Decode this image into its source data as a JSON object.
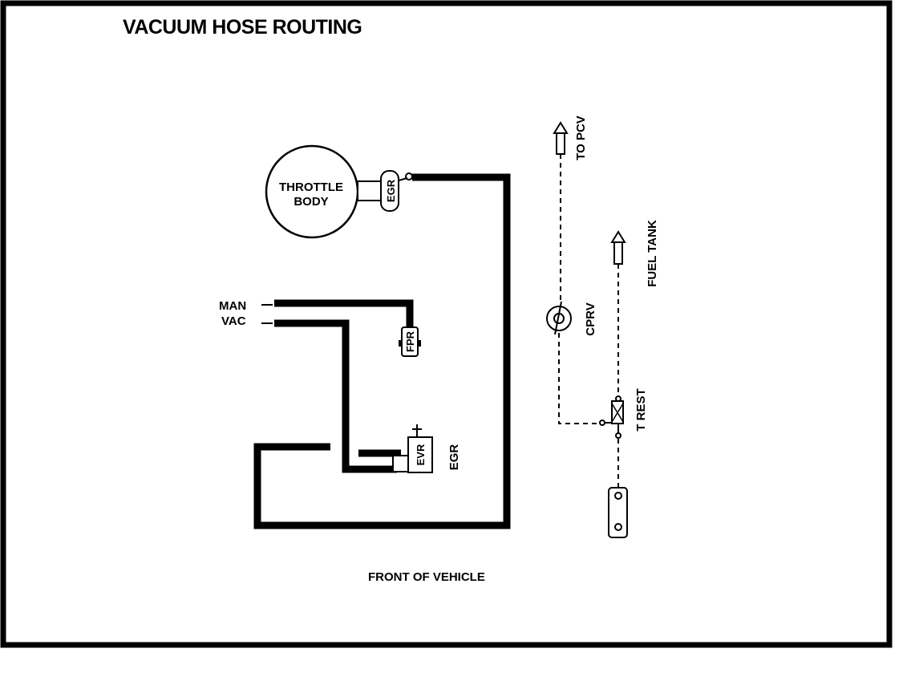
{
  "diagram": {
    "title": "VACUUM HOSE ROUTING",
    "throttle_body_line1": "THROTTLE",
    "throttle_body_line2": "BODY",
    "egr_valve": "EGR",
    "man_label": "MAN",
    "vac_label": "VAC",
    "fpr": "FPR",
    "evr": "EVR",
    "egr_solenoid_label": "EGR",
    "to_pcv": "TO PCV",
    "fuel_tank": "FUEL TANK",
    "cprv": "CPRV",
    "t_rest": "T REST",
    "front_of_vehicle": "FRONT OF VEHICLE"
  }
}
